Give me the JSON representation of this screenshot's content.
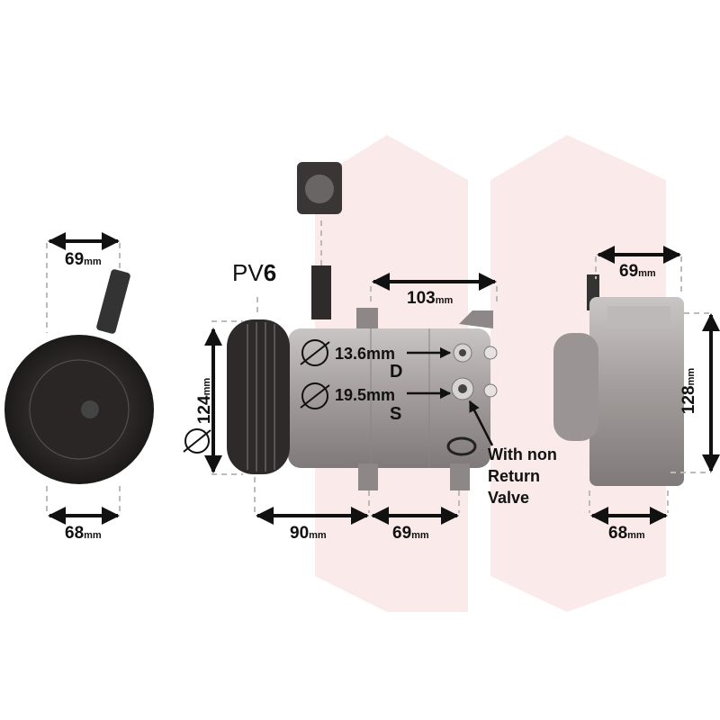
{
  "belt_type": {
    "prefix": "PV",
    "ribs": "6"
  },
  "unit": "mm",
  "front_view": {
    "top_width": "69",
    "bottom_width": "68"
  },
  "side_view": {
    "pulley_diameter": "124",
    "top_length": "103",
    "bottom_left_length": "90",
    "bottom_right_length": "69",
    "discharge_port": {
      "diameter": "13.6mm",
      "label": "D"
    },
    "suction_port": {
      "diameter": "19.5mm",
      "label": "S"
    },
    "valve_note": [
      "With non",
      "Return",
      "Valve"
    ]
  },
  "rear_view": {
    "top_width": "69",
    "height": "128",
    "bottom_width": "68"
  },
  "colors": {
    "watermark": "#fbeaea",
    "body": "#a9a5a4",
    "pulley": "#3a3535",
    "arrow": "#111111"
  }
}
